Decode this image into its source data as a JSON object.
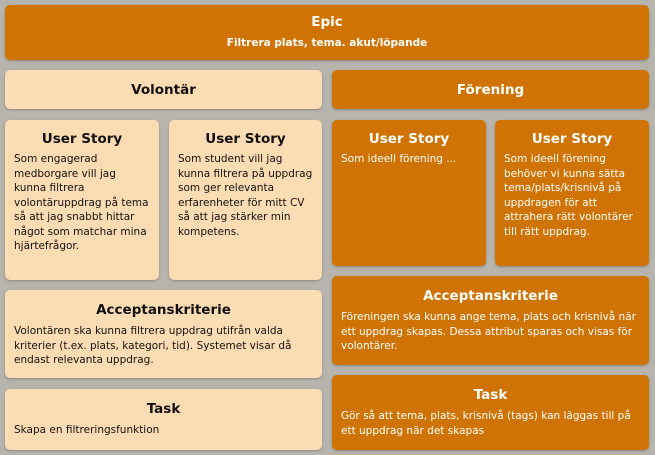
{
  "epic": {
    "title": "Epic",
    "subtitle": "Filtrera plats, tema. akut/löpande"
  },
  "volontar": {
    "title": "Volontär",
    "stories": [
      {
        "title": "User Story",
        "text": "Som engagerad medborgare vill jag kunna filtrera volontäruppdrag på tema så att jag snabbt hittar något som matchar mina hjärtefrågor."
      },
      {
        "title": "User Story",
        "text": "Som student vill jag kunna filtrera på uppdrag som ger relevanta erfarenheter för mitt CV så att jag stärker min kompetens."
      }
    ],
    "acceptance": {
      "title": "Acceptanskriterie",
      "text": "Volontären ska kunna filtrera uppdrag utifrån valda kriterier (t.ex. plats, kategori, tid). Systemet visar då endast relevanta uppdrag."
    },
    "task": {
      "title": "Task",
      "text": "Skapa en filtreringsfunktion"
    }
  },
  "forening": {
    "title": "Förening",
    "stories": [
      {
        "title": "User Story",
        "text": "Som ideell förening ..."
      },
      {
        "title": "User Story",
        "text": "Som ideell förening behöver vi kunna sätta tema/plats/krisnivå på uppdragen för att attrahera rätt volontärer till rätt uppdrag."
      }
    ],
    "acceptance": {
      "title": "Acceptanskriterie",
      "text": "Föreningen ska kunna ange tema, plats och krisnivå när ett uppdrag skapas. Dessa attribut sparas och visas för volontärer."
    },
    "task": {
      "title": "Task",
      "text": "Gör så att tema, plats, krisnivå (tags) kan läggas till på ett uppdrag när det skapas"
    }
  },
  "colors": {
    "dark": "#cf7304",
    "light": "#fcdcb3",
    "background": "#b7b3ad"
  }
}
